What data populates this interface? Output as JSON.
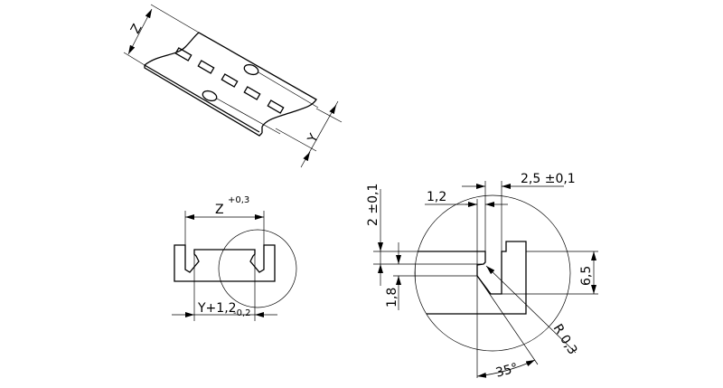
{
  "iso_view": {
    "dim_z": "Z",
    "dim_y": "Y"
  },
  "section_view": {
    "dim_z": "Z",
    "dim_z_tol": "+0,3",
    "dim_y": "Y+1,2",
    "dim_y_tol": "-0,2"
  },
  "detail_view": {
    "dim_slot_width": "2,5 ±0,1",
    "dim_offset": "1,2",
    "dim_depth": "2 ±0,1",
    "dim_lower": "1,8",
    "dim_height": "6,5",
    "dim_radius": "R 0,3",
    "dim_angle": "35°"
  }
}
